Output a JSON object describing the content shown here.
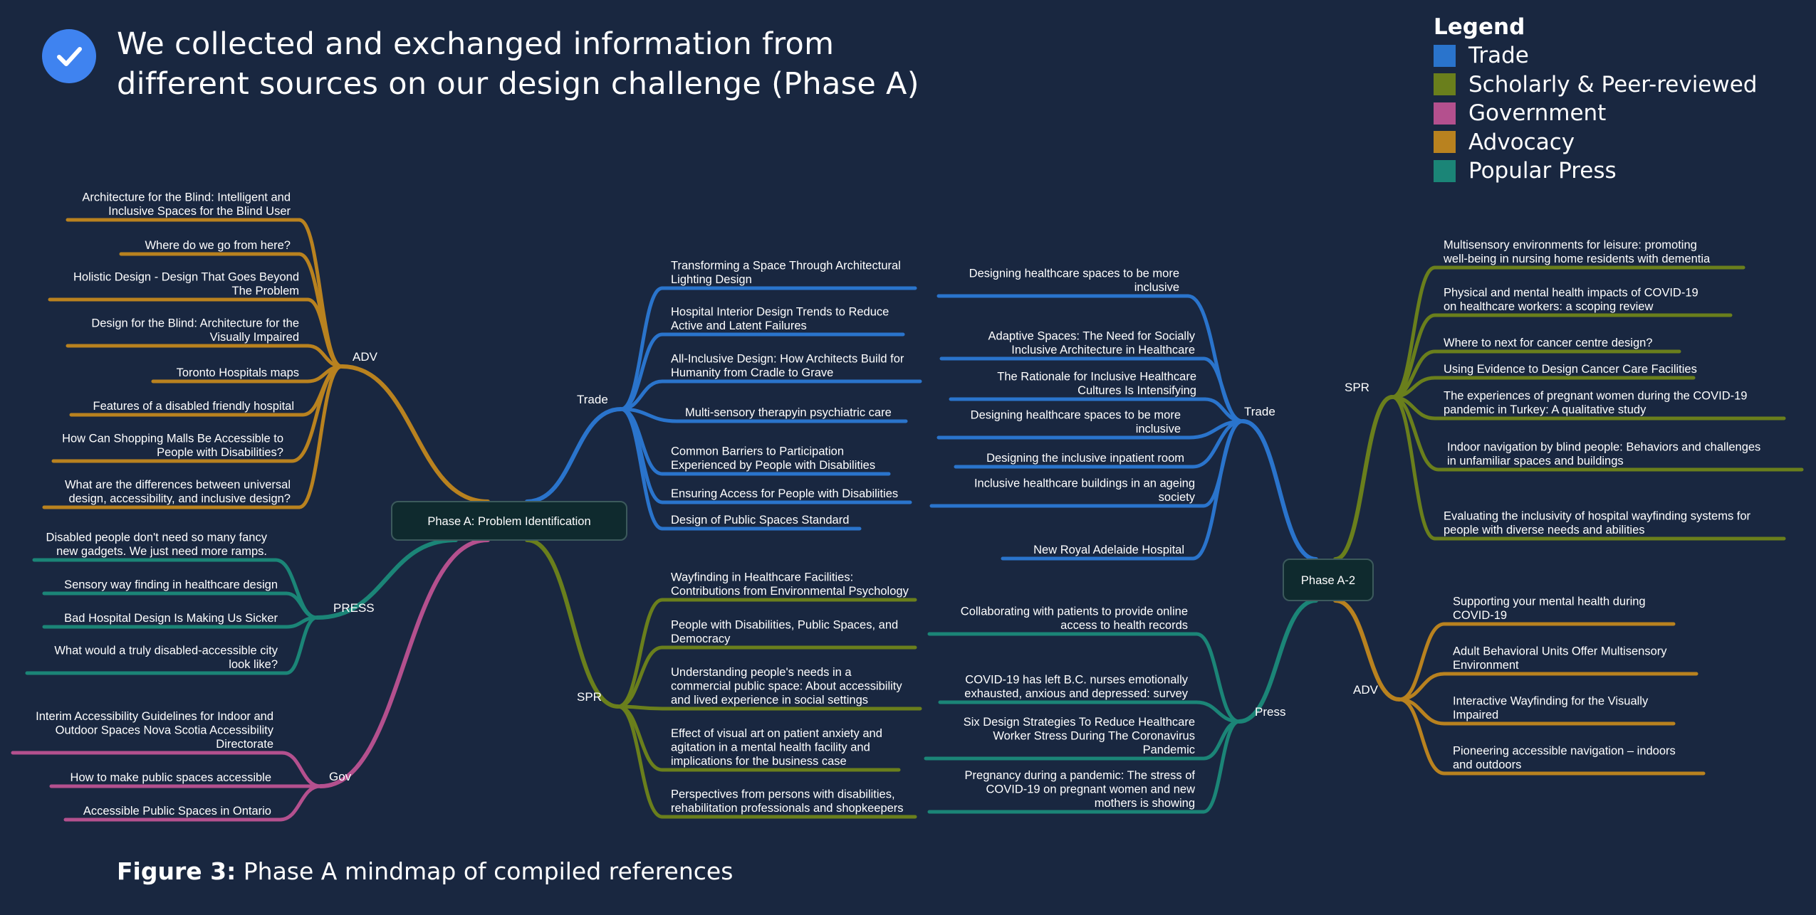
{
  "header": {
    "title": "We collected and exchanged information from different sources on our design challenge (Phase A)",
    "title_lines": [
      "We collected and exchanged information from",
      "different sources on our design challenge (Phase A)"
    ],
    "check_icon": "check-circle-icon"
  },
  "legend": {
    "title": "Legend",
    "items": [
      {
        "label": "Trade",
        "color": "#2a74cc"
      },
      {
        "label": "Scholarly & Peer-reviewed",
        "color": "#6a7f1c"
      },
      {
        "label": "Government",
        "color": "#b4508e"
      },
      {
        "label": "Advocacy",
        "color": "#b9821f"
      },
      {
        "label": "Popular Press",
        "color": "#1b8577"
      }
    ]
  },
  "caption": {
    "bold": "Figure 3:",
    "text": " Phase A mindmap of compiled references"
  },
  "mindmap": {
    "root1": "Phase A: Problem Identification",
    "root2": "Phase A-2",
    "branches": {
      "adv1": {
        "label": "ADV",
        "items": [
          [
            "Architecture for the Blind: Intelligent and",
            "Inclusive Spaces for the Blind User"
          ],
          [
            "Where do we go from here?"
          ],
          [
            "Holistic Design - Design That Goes Beyond",
            "The Problem"
          ],
          [
            "Design for the Blind: Architecture for the",
            "Visually Impaired"
          ],
          [
            "Toronto Hospitals maps"
          ],
          [
            "Features of a disabled friendly hospital"
          ],
          [
            "How Can Shopping Malls Be Accessible to",
            "People with Disabilities?"
          ],
          [
            "What are the differences between universal",
            "design, accessibility, and inclusive design?"
          ]
        ]
      },
      "press1": {
        "label": "PRESS",
        "items": [
          [
            "Disabled people don't need so many fancy",
            "new gadgets. We just need more ramps."
          ],
          [
            "Sensory way finding in healthcare design"
          ],
          [
            "Bad Hospital Design Is Making Us Sicker"
          ],
          [
            "What would a truly disabled-accessible city",
            "look like?"
          ]
        ]
      },
      "gov1": {
        "label": "Gov",
        "items": [
          [
            "Interim Accessibility Guidelines for Indoor and",
            "Outdoor Spaces Nova Scotia Accessibility",
            "Directorate"
          ],
          [
            "How to make public spaces accessible"
          ],
          [
            "Accessible Public Spaces in Ontario"
          ]
        ]
      },
      "trade1": {
        "label": "Trade",
        "items": [
          [
            "Transforming a Space Through Architectural",
            "Lighting Design"
          ],
          [
            "Hospital Interior Design Trends to Reduce",
            "Active and Latent Failures"
          ],
          [
            "All-Inclusive Design: How Architects Build for",
            "Humanity from Cradle to Grave"
          ],
          [
            "Multi-sensory therapyin psychiatric care"
          ],
          [
            "Common Barriers to Participation",
            "Experienced by People with Disabilities"
          ],
          [
            "Ensuring Access for People with Disabilities"
          ],
          [
            "Design of Public Spaces Standard"
          ]
        ]
      },
      "spr1": {
        "label": "SPR",
        "items": [
          [
            "Wayfinding in Healthcare Facilities:",
            "Contributions from Environmental Psychology"
          ],
          [
            "People with Disabilities, Public Spaces, and",
            "Democracy"
          ],
          [
            "Understanding people's needs in a",
            "commercial public space: About accessibility",
            "and lived experience in social settings"
          ],
          [
            "Effect of visual art on patient anxiety and",
            "agitation in a mental health facility and",
            "implications for the business case"
          ],
          [
            "Perspectives from persons with disabilities,",
            "rehabilitation professionals and shopkeepers"
          ]
        ]
      },
      "trade2": {
        "label": "Trade",
        "items": [
          [
            "Designing healthcare spaces to be more",
            "inclusive"
          ],
          [
            "Adaptive Spaces: The Need for Socially",
            "Inclusive Architecture in Healthcare"
          ],
          [
            "The Rationale for Inclusive Healthcare",
            "Cultures Is Intensifying"
          ],
          [
            "Designing healthcare spaces to be more",
            "inclusive"
          ],
          [
            "Designing the inclusive inpatient room"
          ],
          [
            "Inclusive healthcare buildings in an ageing",
            "society"
          ],
          [
            "New Royal Adelaide Hospital"
          ]
        ]
      },
      "press2": {
        "label": "Press",
        "items": [
          [
            "Collaborating with patients to provide online",
            "access to health records"
          ],
          [
            "COVID-19 has left B.C. nurses emotionally",
            "exhausted, anxious and depressed: survey"
          ],
          [
            "Six Design Strategies To Reduce Healthcare",
            "Worker Stress During The Coronavirus",
            "Pandemic"
          ],
          [
            "Pregnancy during a pandemic: The stress of",
            "COVID-19 on pregnant women and new",
            "mothers is showing"
          ]
        ]
      },
      "spr2": {
        "label": "SPR",
        "items": [
          [
            "Multisensory environments for leisure: promoting",
            "well-being in nursing home residents with dementia"
          ],
          [
            "Physical and mental health impacts of COVID-19",
            "on healthcare workers: a scoping review"
          ],
          [
            "Where to next for cancer centre design?"
          ],
          [
            "Using Evidence to Design Cancer Care Facilities"
          ],
          [
            "The experiences of pregnant women during the COVID-19",
            "pandemic in Turkey: A qualitative study"
          ],
          [
            "Indoor navigation by blind people: Behaviors and challenges",
            "in unfamiliar spaces and buildings"
          ],
          [
            "Evaluating the inclusivity of hospital wayfinding systems for",
            "people with diverse needs and abilities"
          ]
        ]
      },
      "adv2": {
        "label": "ADV",
        "items": [
          [
            "Supporting your mental health during",
            "COVID-19"
          ],
          [
            "Adult Behavioral Units Offer Multisensory",
            "Environment"
          ],
          [
            "Interactive Wayfinding for the Visually",
            "Impaired"
          ],
          [
            "Pioneering accessible navigation – indoors",
            "and outdoors"
          ]
        ]
      }
    }
  }
}
